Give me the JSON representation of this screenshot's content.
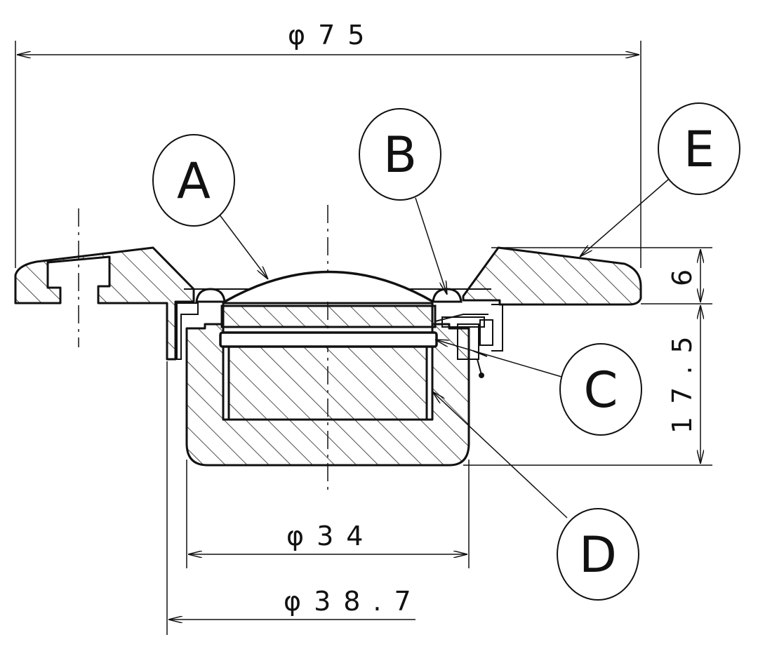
{
  "dimensions": {
    "overall_diameter": "φ75",
    "flange_thickness": "6",
    "body_depth": "17.5",
    "magnet_diameter": "φ34",
    "frame_diameter": "φ38.7"
  },
  "callouts": [
    {
      "label": "A"
    },
    {
      "label": "B"
    },
    {
      "label": "C"
    },
    {
      "label": "D"
    },
    {
      "label": "E"
    }
  ]
}
